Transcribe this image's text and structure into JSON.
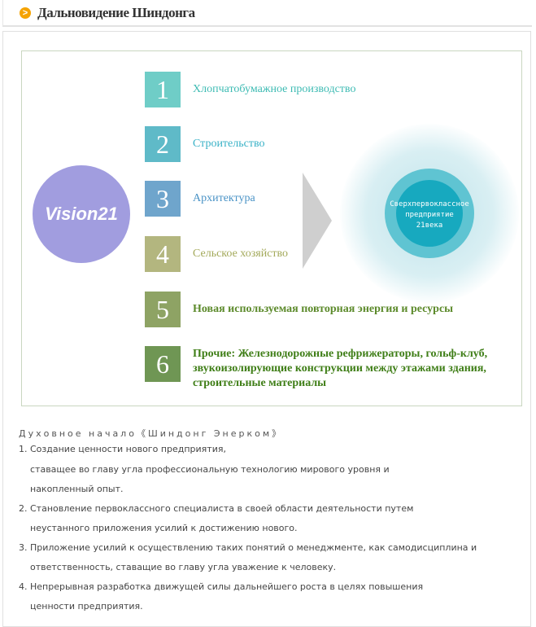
{
  "header": {
    "title": "Дальновидение Шиндонга",
    "icon": "chevron-right-circle-icon"
  },
  "diagram": {
    "vision_label": "Vision21",
    "items": [
      {
        "num": "1",
        "label": "Хлопчатобумажное производство",
        "box_color": "#6fcdc7",
        "text_color": "#3dbbb3"
      },
      {
        "num": "2",
        "label": "Строительство",
        "box_color": "#5fbac8",
        "text_color": "#37b1c6"
      },
      {
        "num": "3",
        "label": "Архитектура",
        "box_color": "#6fa5cc",
        "text_color": "#4a93c6"
      },
      {
        "num": "4",
        "label": "Сельское хозяйство",
        "box_color": "#b3b67f",
        "text_color": "#a3a95a"
      },
      {
        "num": "5",
        "label": "Новая используемая повторная энергия и ресурсы",
        "box_color": "#8ea364",
        "text_color": "#5c8a2b"
      },
      {
        "num": "6",
        "label": "Прочие: Железнодорожные рефрижераторы, гольф-клуб, звукоизолирующие конструкции между этажами здания, строительные материалы",
        "box_color": "#6f9654",
        "text_color": "#3f7e17"
      }
    ],
    "goal_lines": [
      "Сверхпервоклассное",
      "предприятие",
      "21века"
    ]
  },
  "spirit": {
    "title": "Духовное начало《Шиндонг Энерком》",
    "lines": [
      "1. Создание ценности нового предприятия,",
      "ставащее во  главу угла профессиональную технологию мирового  уровня и",
      "накопленный опыт.",
      "2. Становление первоклассного специалиста в своей области деятельности путем",
      "неустанного приложения усилий к достижению нового.",
      "3. Приложение усилий к осуществлению таких понятий о менеджменте, как самодисциплина и",
      "ответственность, ставащие во главу угла уважение к человеку.",
      "4. Непрерывная разработка движущей силы дальнейшего роста в целях повышения",
      "ценности предприятия."
    ]
  }
}
